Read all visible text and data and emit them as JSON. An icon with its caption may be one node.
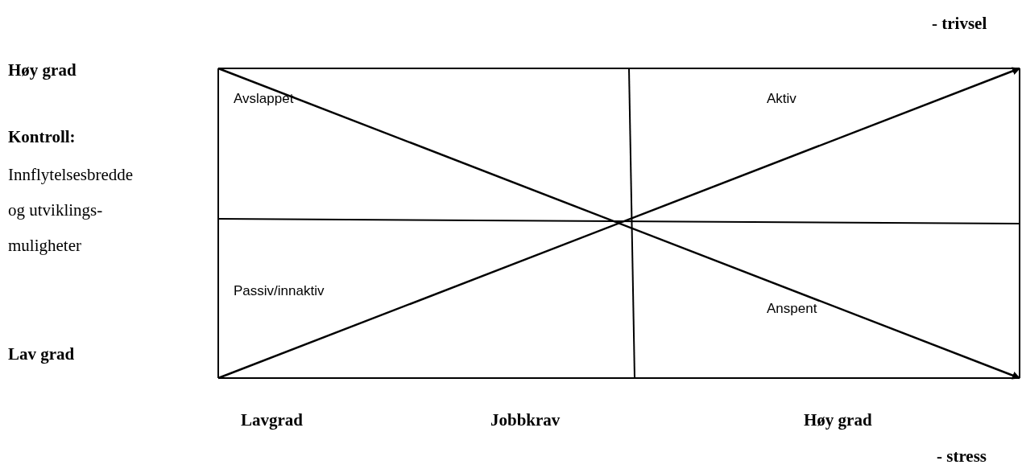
{
  "diagram": {
    "nodes": [
      {
        "text": [
          "Avslappet"
        ]
      },
      {
        "text": [
          "Aktiv"
        ]
      },
      {
        "text": [
          "Passiv/innaktiv"
        ]
      },
      {
        "text": [
          "Anspent"
        ]
      }
    ],
    "edges": [],
    "labels": [
      "- trivsel",
      "Høy grad",
      "Kontroll:",
      "Innflytelsesbredde og utviklings- muligheter",
      "Lav grad",
      "Lavgrad",
      "Jobbkrav",
      "Høy grad",
      "- stress"
    ]
  }
}
